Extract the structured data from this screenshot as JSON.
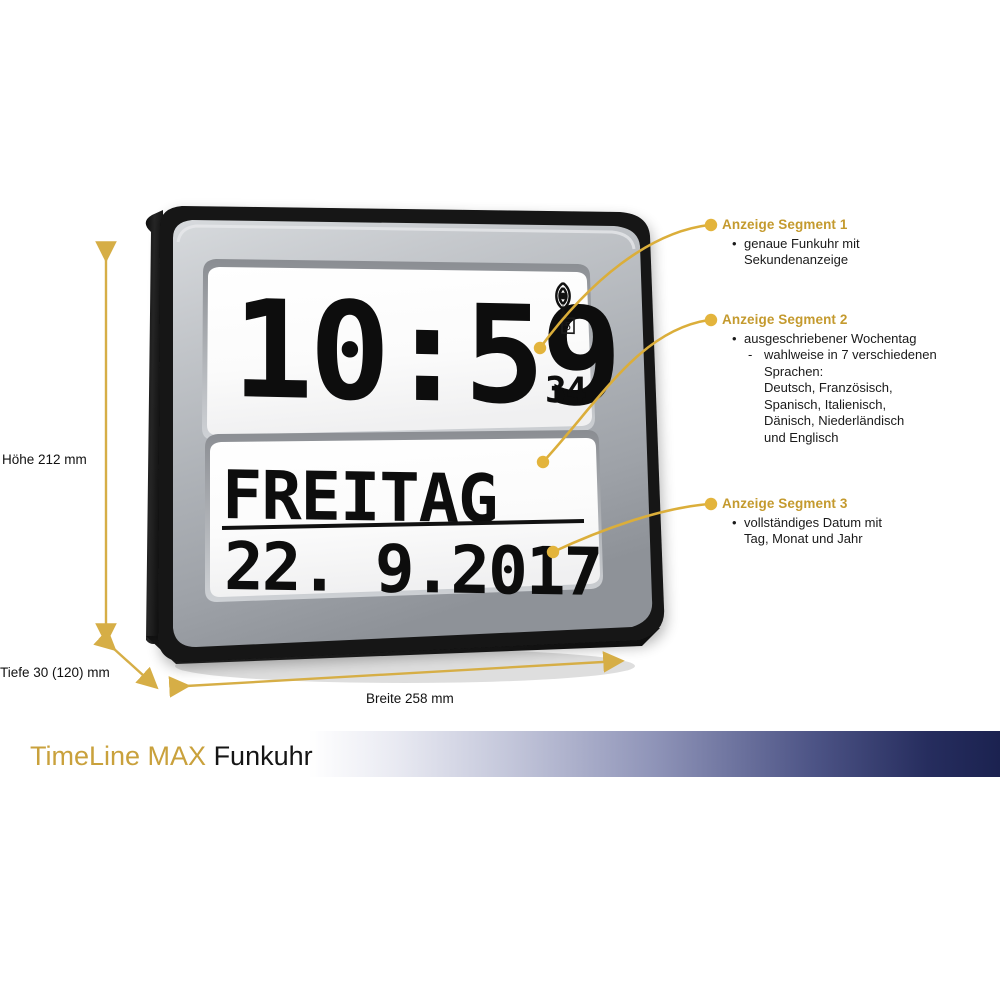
{
  "product": {
    "brand_line_gold": "TimeLine MAX",
    "brand_line_black": "Funkuhr"
  },
  "device": {
    "display_segment_1": {
      "time": "10:59",
      "seconds": "34",
      "hour": "10",
      "minute": "59",
      "radio_icon": "radio-tower-icon",
      "signal_box_glyph": "5"
    },
    "display_segment_2": {
      "weekday": "FREITAG"
    },
    "display_segment_3": {
      "date": "22. 9.2017",
      "day": "22.",
      "month": "9.",
      "year": "2017"
    }
  },
  "dimensions": {
    "height_label": "Höhe 212 mm",
    "depth_label": "Tiefe 30 (120) mm",
    "width_label": "Breite 258 mm"
  },
  "annotations": [
    {
      "heading": "Anzeige Segment 1",
      "bullets": [
        {
          "level": 1,
          "marker": "•",
          "text": "genaue Funkuhr mit"
        },
        {
          "level": 1,
          "marker": "",
          "text": "Sekundenanzeige"
        }
      ]
    },
    {
      "heading": "Anzeige Segment 2",
      "bullets": [
        {
          "level": 1,
          "marker": "•",
          "text": "ausgeschriebener Wochentag"
        },
        {
          "level": 2,
          "marker": "-",
          "text": "wahlweise in 7 verschiedenen"
        },
        {
          "level": 2,
          "marker": "",
          "text": "Sprachen:"
        },
        {
          "level": 2,
          "marker": "",
          "text": "Deutsch, Französisch,"
        },
        {
          "level": 2,
          "marker": "",
          "text": "Spanisch, Italienisch,"
        },
        {
          "level": 2,
          "marker": "",
          "text": "Dänisch, Niederländisch"
        },
        {
          "level": 2,
          "marker": "",
          "text": "und Englisch"
        }
      ]
    },
    {
      "heading": "Anzeige Segment 3",
      "bullets": [
        {
          "level": 1,
          "marker": "•",
          "text": "vollständiges Datum mit"
        },
        {
          "level": 1,
          "marker": "",
          "text": "Tag, Monat und Jahr"
        }
      ]
    }
  ],
  "colors": {
    "gold": "#c49a2e",
    "leader_line": "#dbae3a",
    "bezel_silver": "#b9bcc0",
    "bezel_edge_black": "#171717",
    "lcd_white": "#fdfdfd",
    "lcd_digit": "#101010",
    "footer_navy": "#1b2250",
    "text_black": "#1a1a1a"
  }
}
